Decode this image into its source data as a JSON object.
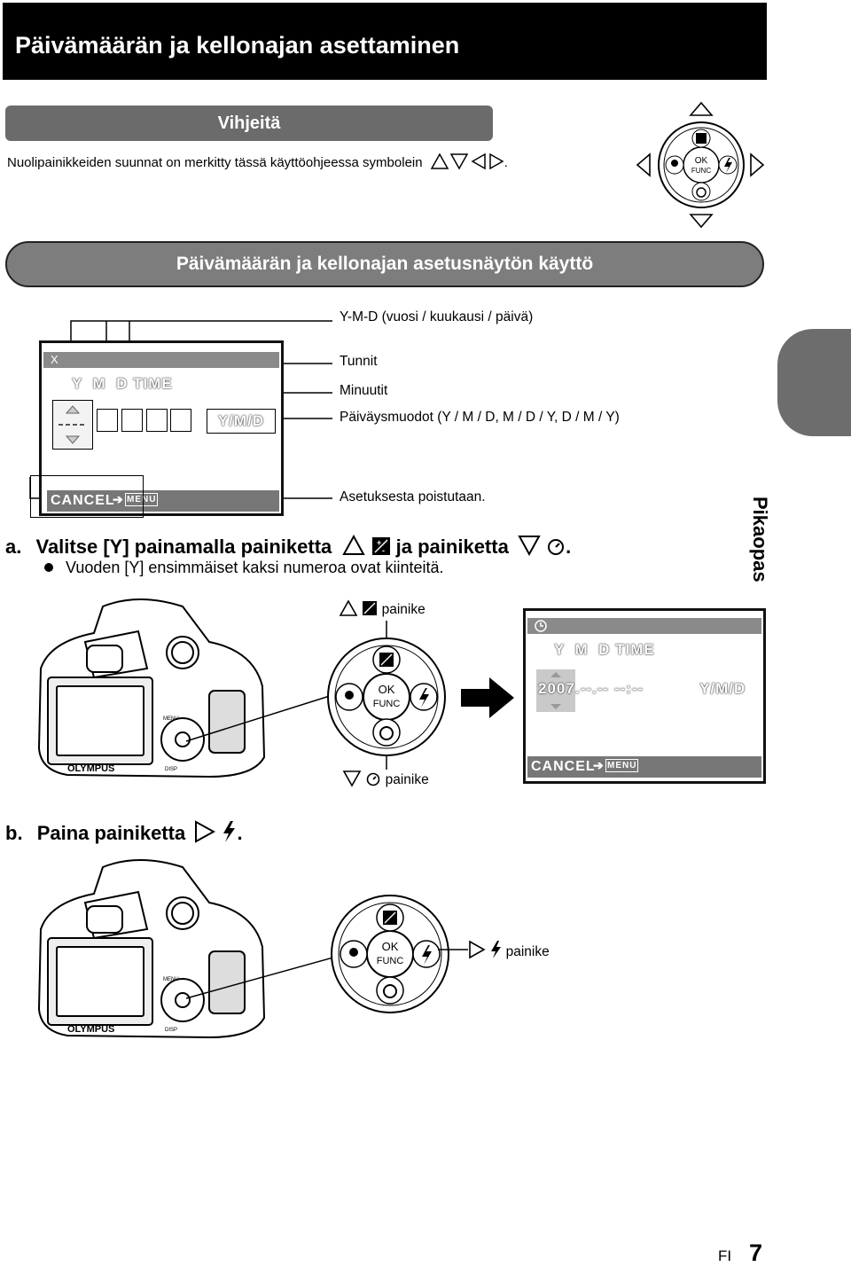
{
  "title": "Päivämäärän ja kellonajan asettaminen",
  "hint": {
    "header": "Vihjeitä",
    "text": "Nuolipainikkeiden suunnat on merkitty tässä käyttöohjeessa symbolein",
    "text_end": "."
  },
  "section": {
    "header": "Päivämäärän ja kellonajan asetusnäytön käyttö"
  },
  "diagram_labels": {
    "ymd": "Y-M-D (vuosi / kuukausi / päivä)",
    "hours": "Tunnit",
    "minutes": "Minuutit",
    "formats": "Päiväysmuodot (Y / M / D, M / D / Y, D / M / Y)",
    "cancel": "Asetuksesta poistutaan."
  },
  "lcd1": {
    "corner": "X",
    "header": "Y  M  D TIME",
    "format": "Y/M/D",
    "cancel": "CANCEL",
    "menu": "MENU"
  },
  "dial": {
    "ok": "OK",
    "func": "FUNC"
  },
  "step_a": {
    "letter": "a.",
    "text1": "Valitse [Y] painamalla painiketta",
    "text2": "ja painiketta",
    "text3": ".",
    "bullet": "Vuoden [Y] ensimmäiset kaksi numeroa ovat kiinteitä.",
    "up_label": "painike",
    "down_label": "painike"
  },
  "lcd2": {
    "header": "Y  M  D TIME",
    "year": "2007",
    "rest": ".--.-- --:--",
    "format": "Y/M/D",
    "cancel": "CANCEL",
    "menu": "MENU"
  },
  "step_b": {
    "letter": "b.",
    "text": "Paina painiketta",
    "text_end": ".",
    "right_label": "painike"
  },
  "camera": {
    "brand": "OLYMPUS",
    "menu": "MENU",
    "disp": "DISP"
  },
  "side_tab": "Pikaopas",
  "footer": {
    "lang": "FI",
    "page": "7"
  }
}
